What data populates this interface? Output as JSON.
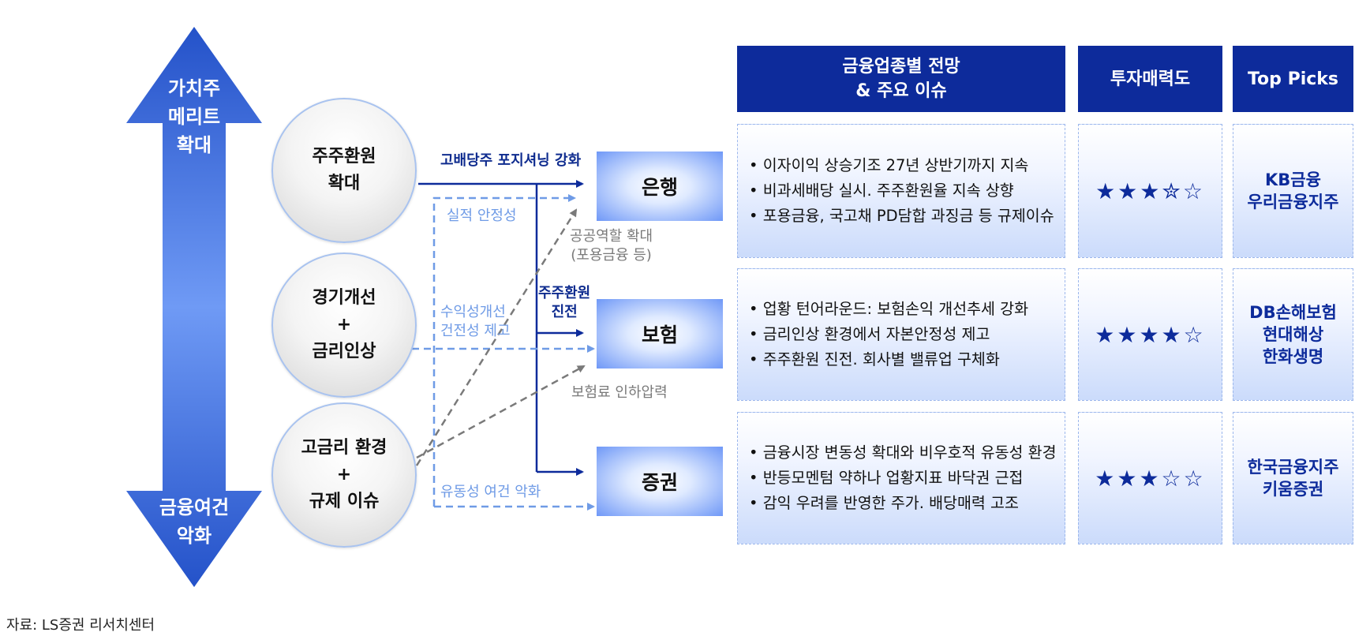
{
  "axis": {
    "top_label": [
      "가치주",
      "메리트",
      "확대"
    ],
    "bottom_label": [
      "금융여건",
      "악화"
    ]
  },
  "drivers": [
    {
      "lines": [
        "주주환원",
        "확대"
      ]
    },
    {
      "lines": [
        "경기개선",
        "+",
        "금리인상"
      ]
    },
    {
      "lines": [
        "고금리 환경",
        "+",
        "규제 이슈"
      ]
    }
  ],
  "sectors": [
    "은행",
    "보험",
    "증권"
  ],
  "flow_labels": {
    "high_dividend": "고배당주 포지셔닝 강화",
    "earnings_stability": "실적 안정성",
    "public_role": [
      "공공역할 확대",
      "(포용금융 등)"
    ],
    "shareholder_progress": [
      "주주환원",
      "진전"
    ],
    "profitability": [
      "수익성개선",
      "건전성 제고"
    ],
    "premium_cut": "보험료 인하압력",
    "liquidity": "유동성 여건 악화"
  },
  "table": {
    "headers": [
      "금융업종별 전망\n& 주요 이슈",
      "투자매력도",
      "Top Picks"
    ],
    "rows": [
      {
        "sector": "은행",
        "issues": [
          "이자이익 상승기조 27년 상반기까지 지속",
          "비과세배당 실시. 주주환원율 지속 상향",
          "포용금융, 국고채 PD담합 과징금 등 규제이슈"
        ],
        "stars_text": "★★★✮☆",
        "rating": 3.5,
        "picks": [
          "KB금융",
          "우리금융지주"
        ]
      },
      {
        "sector": "보험",
        "issues": [
          "업황 턴어라운드: 보험손익 개선추세 강화",
          "금리인상 환경에서 자본안정성 제고",
          "주주환원 진전. 회사별 밸류업 구체화"
        ],
        "stars_text": "★★★★☆",
        "rating": 4,
        "picks": [
          "DB손해보험",
          "현대해상",
          "한화생명"
        ]
      },
      {
        "sector": "증권",
        "issues": [
          "금융시장 변동성 확대와 비우호적 유동성 환경",
          "반등모멘텀 약하나 업황지표 바닥권 근접",
          "감익 우려를 반영한 주가. 배당매력 고조"
        ],
        "stars_text": "★★★☆☆",
        "rating": 3,
        "picks": [
          "한국금융지주",
          "키움증권"
        ]
      }
    ]
  },
  "source": "자료: LS증권 리서치센터",
  "colors": {
    "navy": "#0d2b9b",
    "light_blue": "#6f9be6",
    "gray_arrow": "#7a7a7a",
    "axis_blue": "#3d6fd9"
  }
}
